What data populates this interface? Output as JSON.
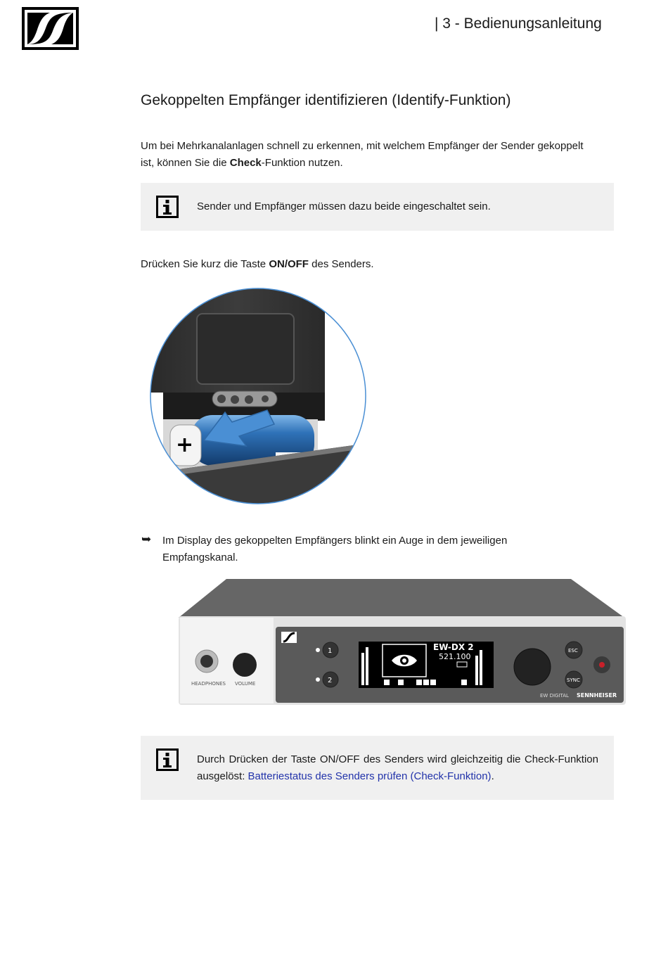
{
  "header": {
    "title": "| 3 - Bedienungsanleitung"
  },
  "section": {
    "title": "Gekoppelten Empfänger identifizieren (Identify-Funktion)"
  },
  "intro": {
    "text_before": "Um bei Mehrkanalanlagen schnell zu erkennen, mit welchem Empfänger der Sender gekoppelt ist, können Sie die ",
    "bold": "Check",
    "text_after": "-Funktion nutzen."
  },
  "note1": {
    "text": "Sender und Empfänger müssen dazu beide eingeschaltet sein."
  },
  "step": {
    "text_before": "Drücken Sie kurz die Taste ",
    "bold": "ON/OFF",
    "text_after": " des Senders."
  },
  "result": {
    "arrow": "➥",
    "text": "Im Display des gekoppelten Empfängers blinkt ein Auge in dem jeweiligen Empfangskanal."
  },
  "note2": {
    "text": "Durch Drücken der Taste ON/OFF des Senders wird gleichzeitig die Check-Funktion ausgelöst: ",
    "link": "Batteriestatus des Senders prüfen (Check-Funktion)",
    "text_after": "."
  },
  "receiver": {
    "channel1": "1",
    "channel2": "2",
    "device_name": "EW-DX 2",
    "frequency": "521.100",
    "headphones_label": "HEADPHONES",
    "volume_label": "VOLUME",
    "esc_label": "ESC",
    "sync_label": "SYNC",
    "brand_small": "EW DIGITAL",
    "brand": "SENNHEISER"
  },
  "transmitter": {
    "plus_sign": "+"
  },
  "colors": {
    "note_bg": "#f0f0f0",
    "link": "#2233aa",
    "arrow_blue": "#4a8fd4"
  }
}
